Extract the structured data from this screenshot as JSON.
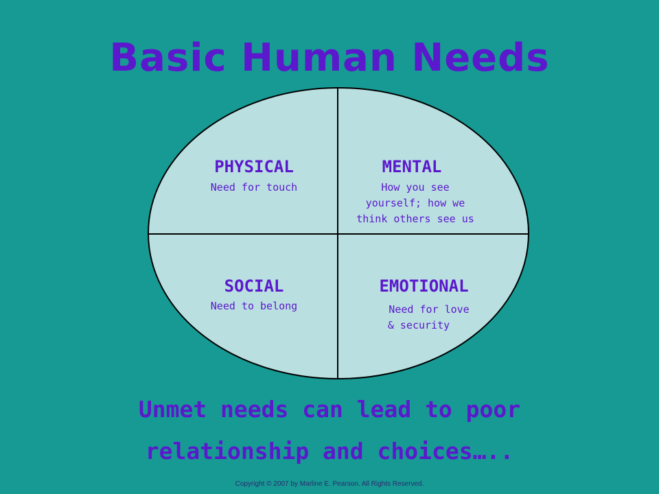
{
  "title": "Basic Human Needs",
  "quadrants": [
    {
      "title": "PHYSICAL",
      "desc": "Need for touch"
    },
    {
      "title": "MENTAL",
      "desc_lines": [
        "How you see",
        "yourself; how we",
        "think others see us"
      ]
    },
    {
      "title": "SOCIAL",
      "desc": "Need to belong"
    },
    {
      "title": "EMOTIONAL",
      "desc_lines": [
        "Need for love",
        "& security"
      ]
    }
  ],
  "bottom_lines": [
    "Unmet needs can lead to poor",
    "relationship and choices….."
  ],
  "copyright": "Copyright © 2007 by Marline E. Pearson.  All Rights Reserved.",
  "colors": {
    "background": "#179a94",
    "ellipse_fill": "#b9dfe1",
    "text": "#5b18cc"
  }
}
